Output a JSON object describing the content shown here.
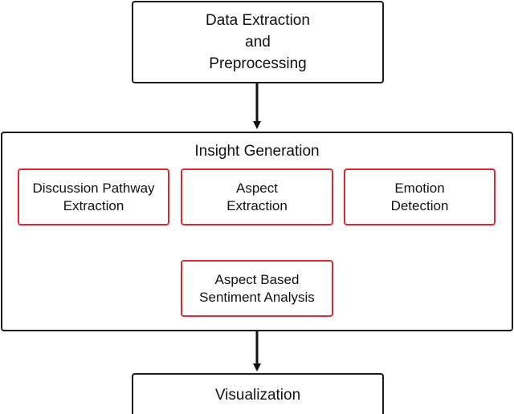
{
  "diagram": {
    "top_box": {
      "lines": [
        "Data Extraction",
        "and",
        "Preprocessing"
      ]
    },
    "insight_group": {
      "title": "Insight Generation",
      "discussion_box": {
        "lines": [
          "Discussion Pathway",
          "Extraction"
        ]
      },
      "aspect_box": {
        "lines": [
          "Aspect",
          "Extraction"
        ]
      },
      "emotion_box": {
        "lines": [
          "Emotion",
          "Detection"
        ]
      },
      "absa_box": {
        "lines": [
          "Aspect Based",
          "Sentiment Analysis"
        ]
      }
    },
    "bottom_box": {
      "label": "Visualization"
    },
    "colors": {
      "border_black": "#1a1a1a",
      "border_red": "#e0282e",
      "arrow_black": "#111111",
      "arrow_red": "#e0282e"
    }
  }
}
